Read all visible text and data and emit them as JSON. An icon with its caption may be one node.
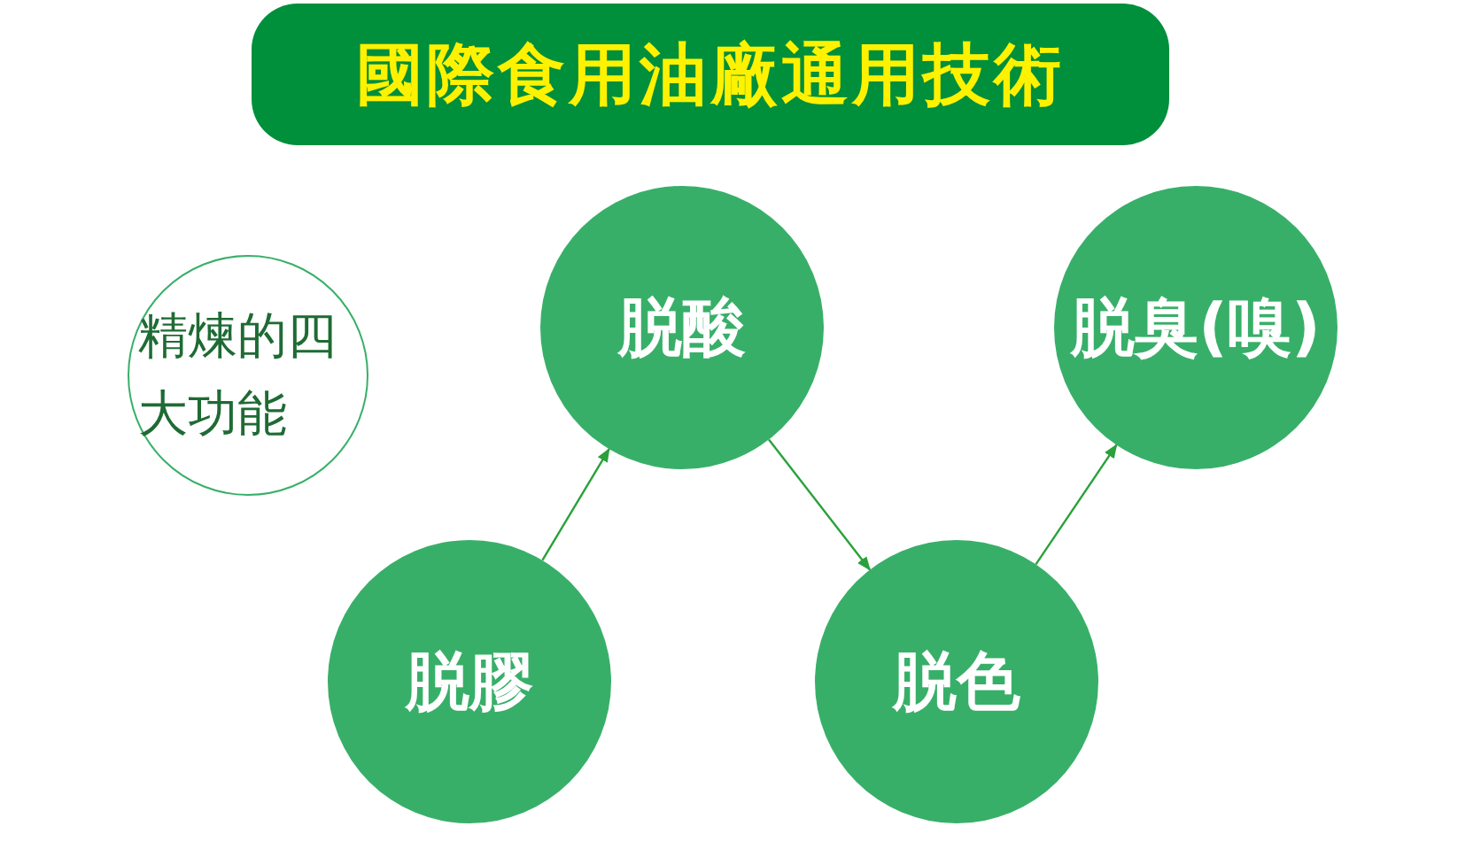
{
  "diagram": {
    "title": "國際食用油廠通用技術",
    "nodes": [
      {
        "text": [
          "精煉的四大功能"
        ]
      },
      {
        "text": [
          "脱膠"
        ]
      },
      {
        "text": [
          "脱酸"
        ]
      },
      {
        "text": [
          "脱色"
        ]
      },
      {
        "text": [
          "脱臭(嗅)"
        ]
      }
    ],
    "edges": [
      {
        "from": 1,
        "to": 2,
        "arrow": "to"
      },
      {
        "from": 2,
        "to": 3,
        "arrow": "to"
      },
      {
        "from": 3,
        "to": 4,
        "arrow": "to"
      }
    ]
  }
}
